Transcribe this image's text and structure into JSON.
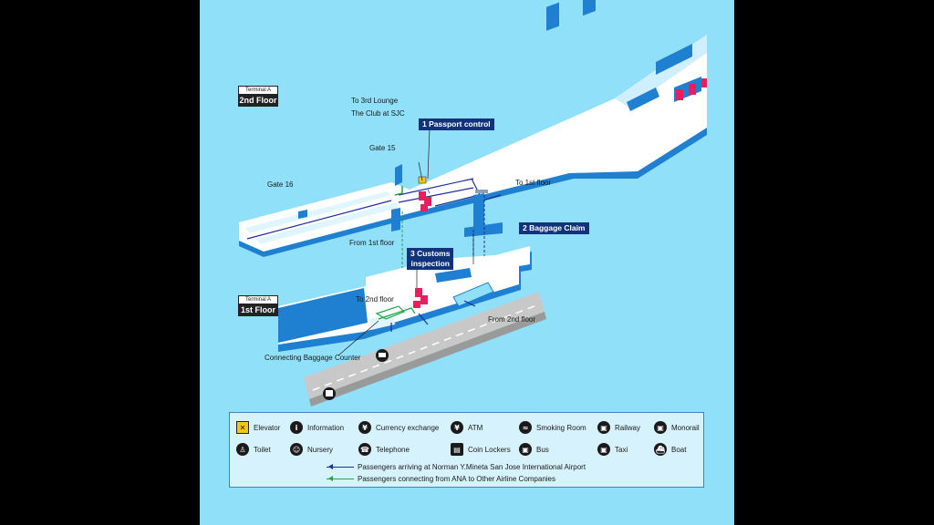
{
  "colors": {
    "background": "#000000",
    "map_bg": "#8fe0f8",
    "floor_top": "#ffffff",
    "floor_side": "#1f7fd1",
    "callout_bg": "#10337a",
    "arriving_route": "#1c2f9e",
    "connecting_route": "#1da74b",
    "pink_counters": "#e81f5f",
    "elevator": "#f4c51a"
  },
  "floor_tags": [
    {
      "building": "Terminal A",
      "floor": "2nd Floor"
    },
    {
      "building": "Terminal A",
      "floor": "1st Floor"
    }
  ],
  "callouts": {
    "passport": "1  Passport control",
    "baggage": "2  Baggage Claim",
    "customs_line1": "3  Customs",
    "customs_line2": "inspection"
  },
  "labels": {
    "to_3rd_lounge": "To 3rd Lounge",
    "club": "The Club at SJC",
    "gate15": "Gate 15",
    "gate16": "Gate 16",
    "to_1st_floor": "To 1st floor",
    "from_1st_floor": "From 1st floor",
    "to_2nd_floor": "To 2nd floor",
    "from_2nd_floor": "From 2nd floor",
    "connecting_counter": "Connecting Baggage Counter"
  },
  "legend": {
    "items": [
      {
        "icon": "elevator-icon",
        "glyph": "✕",
        "label": "Elevator"
      },
      {
        "icon": "information-icon",
        "glyph": "i",
        "label": "Information"
      },
      {
        "icon": "currency-exchange-icon",
        "glyph": "¥",
        "label": "Currency exchange"
      },
      {
        "icon": "atm-icon",
        "glyph": "¥",
        "label": "ATM"
      },
      {
        "icon": "smoking-room-icon",
        "glyph": "≈",
        "label": "Smoking Room"
      },
      {
        "icon": "railway-icon",
        "glyph": "▣",
        "label": "Railway"
      },
      {
        "icon": "monorail-icon",
        "glyph": "▣",
        "label": "Monorail"
      },
      {
        "icon": "toilet-icon",
        "glyph": "♙",
        "label": "Toilet"
      },
      {
        "icon": "nursery-icon",
        "glyph": "☺",
        "label": "Nursery"
      },
      {
        "icon": "telephone-icon",
        "glyph": "☎",
        "label": "Telephone"
      },
      {
        "icon": "coin-lockers-icon",
        "glyph": "▤",
        "label": "Coin Lockers"
      },
      {
        "icon": "bus-icon",
        "glyph": "▣",
        "label": "Bus"
      },
      {
        "icon": "taxi-icon",
        "glyph": "▣",
        "label": "Taxi"
      },
      {
        "icon": "boat-icon",
        "glyph": "⛴",
        "label": "Boat"
      }
    ],
    "routes": [
      {
        "label": "Passengers arriving at Norman Y.Mineta San Jose International Airport",
        "color": "#1c2f9e"
      },
      {
        "label": "Passengers connecting from ANA to Other Airline Companies",
        "color": "#1da74b"
      }
    ]
  }
}
